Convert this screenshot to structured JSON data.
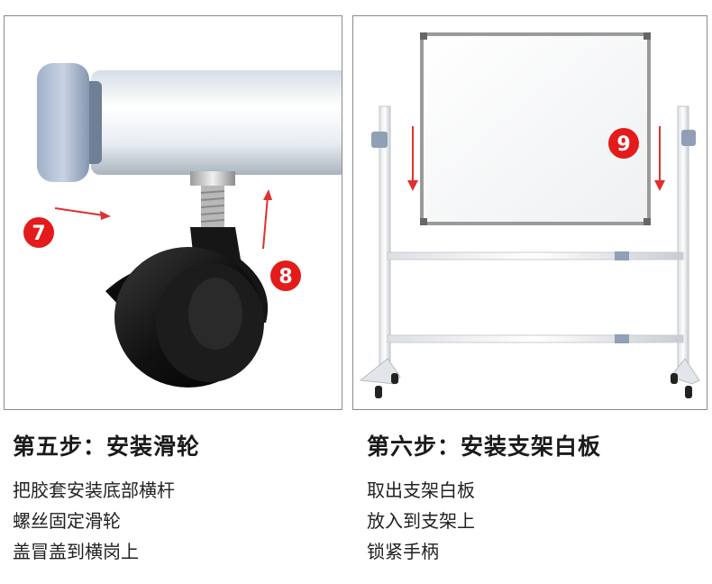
{
  "steps": [
    {
      "title": "第五步：安装滑轮",
      "lines": [
        "把胶套安装底部横杆",
        "螺丝固定滑轮",
        "盖冒盖到横岗上"
      ],
      "badges": [
        "7",
        "8"
      ]
    },
    {
      "title": "第六步：安装支架白板",
      "lines": [
        "取出支架白板",
        "放入到支架上",
        "锁紧手柄"
      ],
      "badges": [
        "9"
      ]
    }
  ],
  "colors": {
    "badge": "#e31b1b",
    "arrow": "#e03030",
    "frame": "#b0b0b0"
  },
  "icons": [
    "caster-wheel-illustration",
    "whiteboard-stand-illustration",
    "arrow-icon"
  ]
}
